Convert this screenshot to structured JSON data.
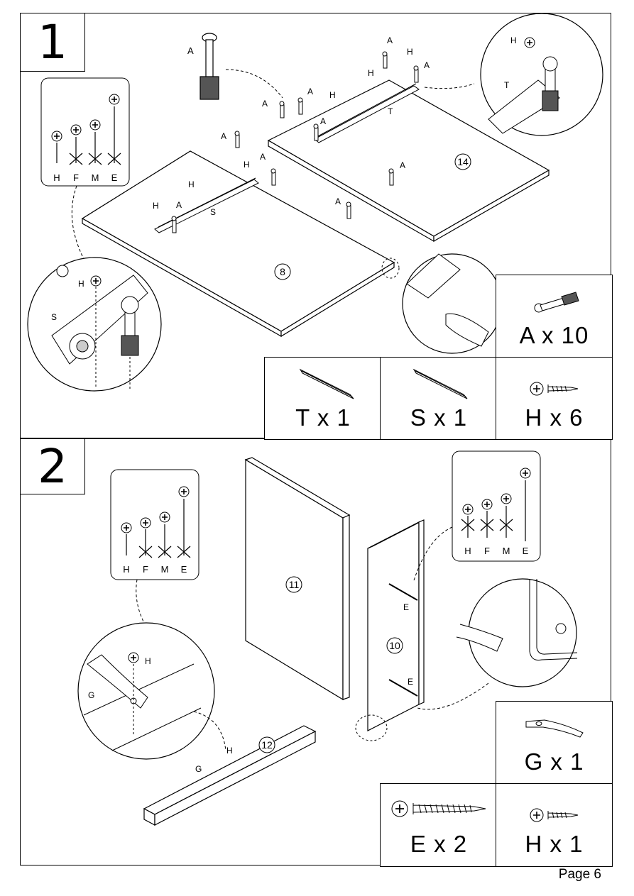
{
  "page": {
    "footer": "Page 6"
  },
  "step1": {
    "number": "1",
    "screw_legend": [
      "H",
      "F",
      "M",
      "E"
    ],
    "panel_labels": [
      "14",
      "8"
    ],
    "hardware_labels": {
      "cam": "A",
      "screw": "H",
      "rail_t": "T",
      "rail_s": "S"
    },
    "parts": [
      {
        "id": "A",
        "qty": "A x 10"
      },
      {
        "id": "T",
        "qty": "T x 1"
      },
      {
        "id": "S",
        "qty": "S x 1"
      },
      {
        "id": "H",
        "qty": "H x 6"
      }
    ]
  },
  "step2": {
    "number": "2",
    "screw_legend": [
      "H",
      "F",
      "M",
      "E"
    ],
    "panel_labels": [
      "11",
      "10",
      "12"
    ],
    "hardware_labels": {
      "screw_e": "E",
      "screw_h": "H",
      "bracket": "G"
    },
    "parts": [
      {
        "id": "G",
        "qty": "G x 1"
      },
      {
        "id": "E",
        "qty": "E x 2"
      },
      {
        "id": "H",
        "qty": "H x 1"
      }
    ]
  }
}
